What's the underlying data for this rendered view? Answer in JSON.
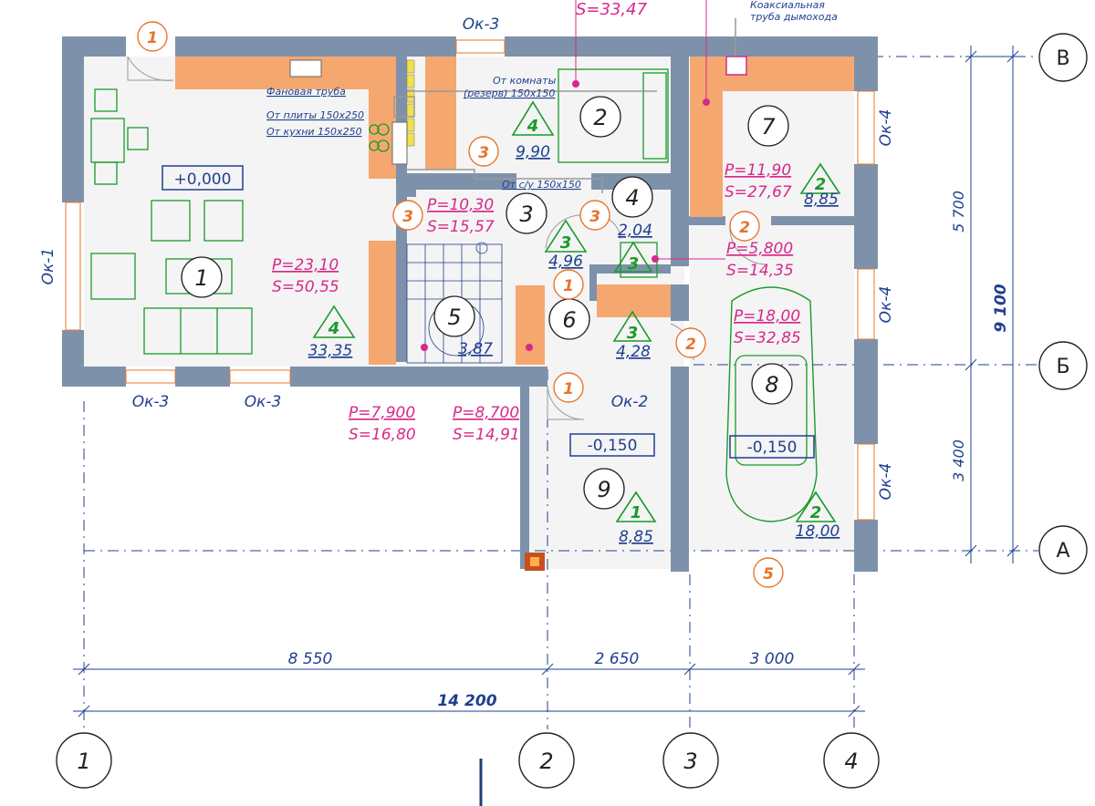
{
  "top_labels": {
    "s_top": "S=33,47",
    "flue_1": "Коаксиальная",
    "flue_2": "труба дымохода"
  },
  "axes": {
    "rows": [
      "В",
      "Б",
      "А"
    ],
    "cols": [
      "1",
      "2",
      "3",
      "4"
    ]
  },
  "dimensions": {
    "d1": "8 550",
    "d2": "2 650",
    "d3": "3 000",
    "total": "14 200",
    "v1": "5 700",
    "v2": "3 400",
    "vtotal": "9 100"
  },
  "windows": {
    "w1": "Ок-3",
    "w2": "Ок-1",
    "w3": "Ок-3",
    "w4": "Ок-3",
    "w5": "Ок-4",
    "w6": "Ок-4",
    "w7": "Ок-4",
    "w8": "Ок-2"
  },
  "notes": {
    "fan": "Фановая труба",
    "plita": "От плиты 150х250",
    "kuhni": "От кухни 150х250",
    "komn_1": "От комнаты",
    "komn_2": "(резерв) 150х150",
    "su": "От с/у 150х150"
  },
  "levels": {
    "main": "+0,000",
    "l9": "-0,150",
    "l8": "-0,150"
  },
  "rooms": {
    "r1": "1",
    "r2": "2",
    "r3": "3",
    "r4": "4",
    "r5": "5",
    "r6": "6",
    "r7": "7",
    "r8": "8",
    "r9": "9"
  },
  "areas": {
    "a1": "33,35",
    "a2": "9,90",
    "a3": "4,96",
    "a4": "2,04",
    "a5": "3,87",
    "a6": "4,28",
    "a7": "8,85",
    "a8": "18,00",
    "a9": "8,85"
  },
  "finish": {
    "f1": "4",
    "f2": "4",
    "f3": "3",
    "f4": "3",
    "f6": "3",
    "f7": "2",
    "f8": "2",
    "f9": "1"
  },
  "doors": {
    "d1": "1",
    "d3a": "3",
    "d3b": "3",
    "d3c": "3",
    "d1b": "1",
    "d2a": "2",
    "d2b": "2",
    "d1c": "1",
    "d5": "5"
  },
  "ps": {
    "p1": "P=23,10",
    "s1": "S=50,55",
    "p3": "P=10,30",
    "s3": "S=15,57",
    "p7": "P=11,90",
    "s7": "S=27,67",
    "p2": "P=5,800",
    "s2": "S=14,35",
    "p8": "P=18,00",
    "s8": "S=32,85",
    "p5": "P=7,900",
    "s5": "S=16,80",
    "p6": "P=8,700",
    "s6": "S=14,91"
  }
}
